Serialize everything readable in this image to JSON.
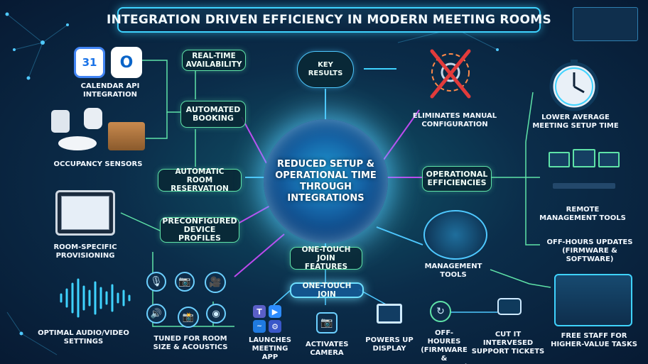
{
  "title": "INTEGRATION DRIVEN EFFICIENCY IN MODERN MEETING ROOMS",
  "hub": {
    "text": "REDUCED SETUP & OPERATIONAL TIME THROUGH INTEGRATIONS"
  },
  "left": {
    "calendar": "CALENDAR API INTEGRATION",
    "calendar_day": "31",
    "outlook_letter": "O",
    "occupancy": "OCCUPANCY SENSORS",
    "provisioning": "ROOM-SPECIFIC PROVISIONING",
    "audio_video": "OPTIMAL AUDIO/VIDEO SETTINGS",
    "tuned": "TUNED FOR ROOM SIZE & ACOUSTICS"
  },
  "nodes": {
    "realtime": "REAL-TIME AVAILABILITY",
    "automated_booking": "AUTOMATED BOOKING",
    "auto_reservation": "AUTOMATIC ROOM RESERVATION",
    "preconfigured": "PRECONFIGURED DEVICE PROFILES",
    "one_touch_features": "ONE-TOUCH JOIN FEATURES",
    "one_touch_join": "ONE-TOUCH JOIN",
    "key_results": "KEY RESULTS",
    "operational": "OPERATIONAL EFFICIENCIES"
  },
  "bottom": {
    "launches": "LAUNCHES MEETING APP",
    "activates": "ACTIVATES CAMERA",
    "powers": "POWERS UP DISPLAY",
    "offhours_small": "OFF-HOURES (FIRMWARE & SOFTWARE)",
    "cut_tickets": "CUT IT INTERVESED SUPPORT TICKETS",
    "free_staff": "FREE STAFF FOR HIGHER-VALUE TASKS"
  },
  "right": {
    "eliminates": "ELIMINATES MANUAL CONFIGURATION",
    "lower_time": "LOWER AVERAGE MEETING SETUP TIME",
    "remote": "REMOTE MANAGEMENT TOOLS",
    "offhours": "OFF-HOURS UPDATES (FIRMWARE & SOFTWARE)",
    "management": "MANAGEMENT TOOLS"
  },
  "colors": {
    "accent_cyan": "#3fd3ff",
    "accent_green": "#5fe3a8",
    "accent_magenta": "#d04cff",
    "bg_dark": "#071a33"
  }
}
